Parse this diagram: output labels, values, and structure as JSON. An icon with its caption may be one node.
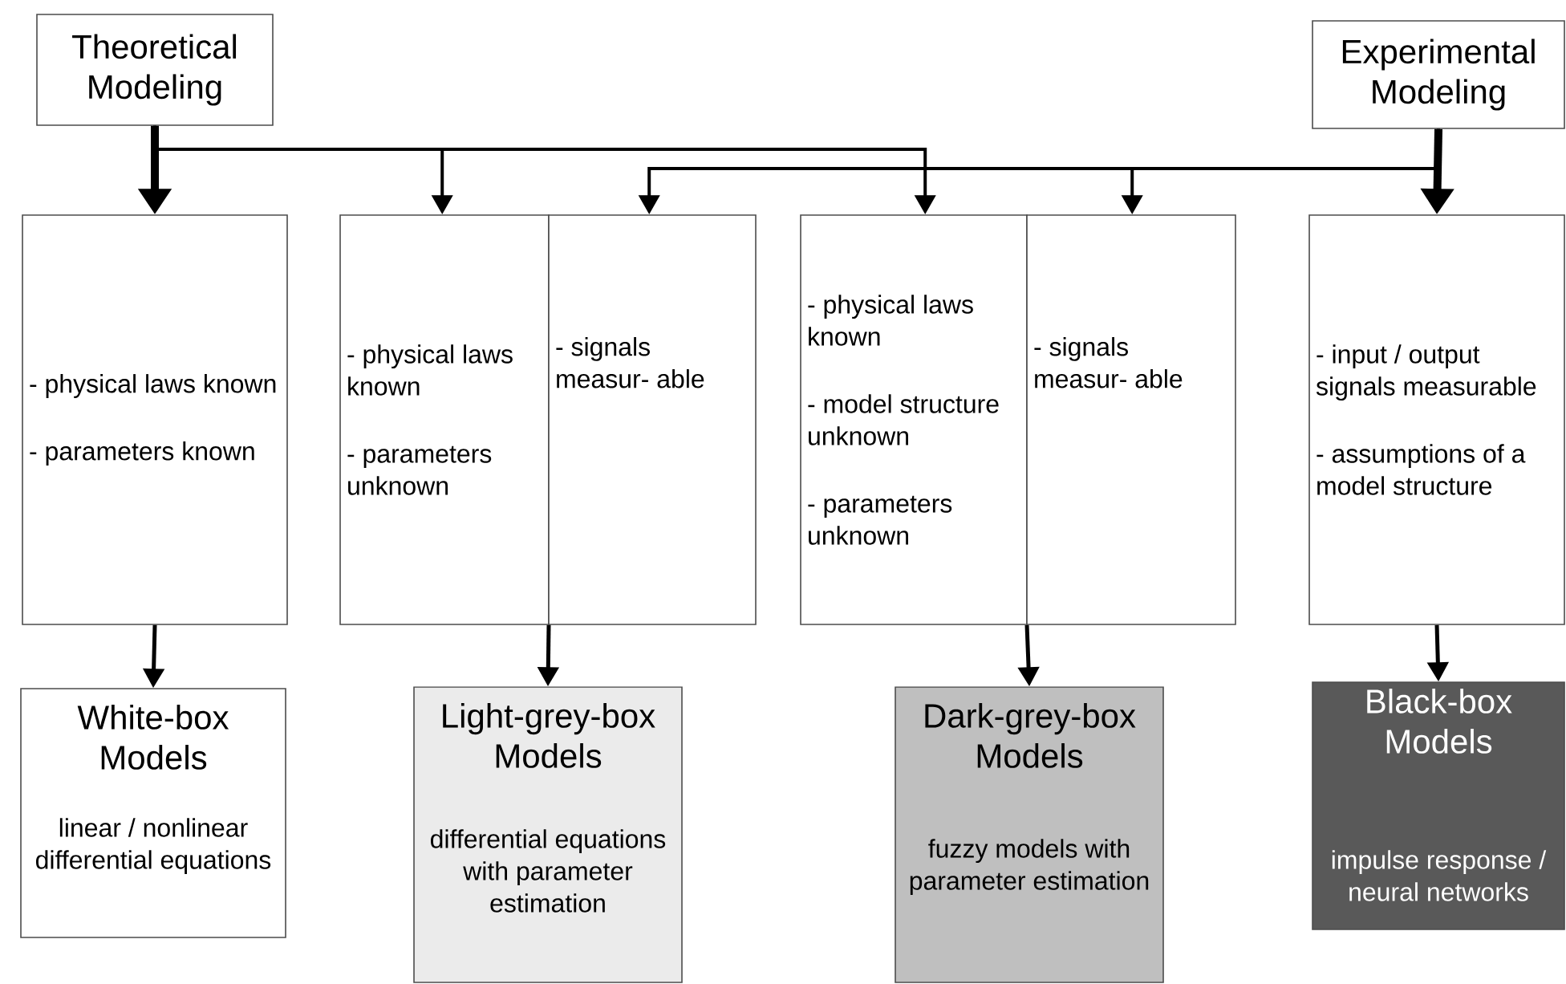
{
  "diagram": {
    "nodes": [
      {
        "text": [
          "Theoretical Modeling"
        ]
      },
      {
        "text": [
          "Experimental Modeling"
        ]
      },
      {
        "text": [
          "- physical laws known",
          "- parameters known"
        ]
      },
      {
        "text": [
          "- physical laws known",
          "- parameters unknown"
        ]
      },
      {
        "text": [
          "- signals measur- able"
        ]
      },
      {
        "text": [
          "- physical laws known",
          "- model structure unknown",
          "- parameters unknown"
        ]
      },
      {
        "text": [
          "- signals measur- able"
        ]
      },
      {
        "text": [
          "- input / output signals measurable",
          "- assumptions of a model structure"
        ]
      },
      {
        "text": [
          "White-box Models",
          "linear  / nonlinear differential equations"
        ]
      },
      {
        "text": [
          "Light-grey-box Models",
          "differential equations with parameter estimation"
        ]
      },
      {
        "text": [
          "Dark-grey-box Models",
          "fuzzy models with parameter estimation"
        ]
      },
      {
        "text": [
          "Black-box Models",
          "impulse  response / neural networks"
        ]
      }
    ],
    "edges": [
      {
        "from": 0,
        "to": 2,
        "arrow": "to",
        "style": "thick"
      },
      {
        "from": 0,
        "to": 3,
        "arrow": "to"
      },
      {
        "from": 0,
        "to": 5,
        "arrow": "to"
      },
      {
        "from": 1,
        "to": 7,
        "arrow": "to",
        "style": "thick"
      },
      {
        "from": 1,
        "to": 6,
        "arrow": "to"
      },
      {
        "from": 1,
        "to": 4,
        "arrow": "to"
      },
      {
        "from": 2,
        "to": 8,
        "arrow": "to"
      },
      {
        "from": 3,
        "to": 9,
        "arrow": "to"
      },
      {
        "from": 4,
        "to": 9,
        "arrow": "to"
      },
      {
        "from": 5,
        "to": 10,
        "arrow": "to"
      },
      {
        "from": 6,
        "to": 10,
        "arrow": "to"
      },
      {
        "from": 7,
        "to": 11,
        "arrow": "to"
      }
    ]
  }
}
